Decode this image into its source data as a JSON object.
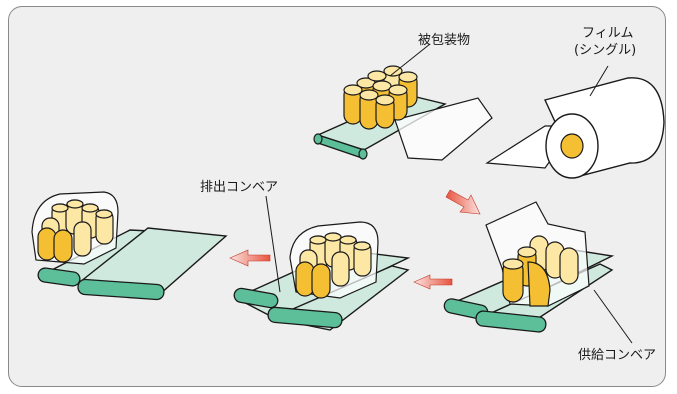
{
  "labels": {
    "wrapped_item": "被包装物",
    "film_line1": "フィルム",
    "film_line2": "(シングル)",
    "discharge_conveyor": "排出コンベア",
    "supply_conveyor": "供給コンベア"
  },
  "colors": {
    "background": "#efefef",
    "conveyor_fill": "#cfe9df",
    "roller_fill": "#5cbf9a",
    "product_fill": "#f5bf33",
    "product_light": "#fde7a4",
    "arrow_fill": "#e8533f",
    "film_fill": "#ffffff"
  },
  "icons": [
    "conveyor-icon",
    "product-bundle-icon",
    "film-roll-icon",
    "flow-arrow-icon"
  ]
}
